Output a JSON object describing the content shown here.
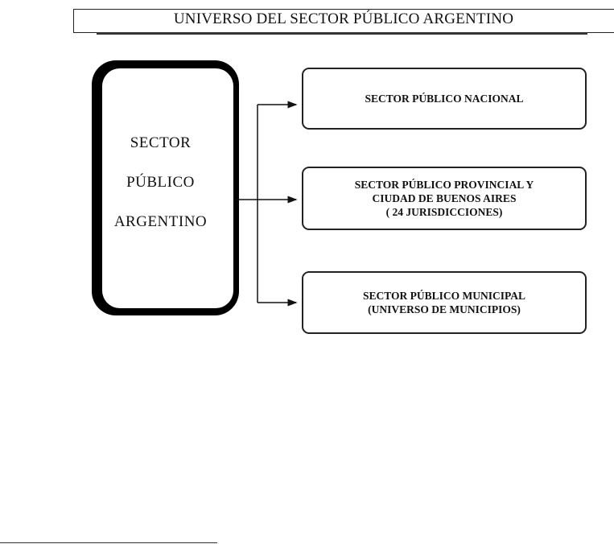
{
  "title": "UNIVERSO DEL SECTOR PÚBLICO ARGENTINO",
  "main_box": {
    "lines": [
      "SECTOR",
      "PÚBLICO",
      "ARGENTINO"
    ]
  },
  "sub_boxes": [
    {
      "lines": [
        "SECTOR PÚBLICO NACIONAL"
      ]
    },
    {
      "lines": [
        "SECTOR PÚBLICO PROVINCIAL Y",
        "CIUDAD DE BUENOS AIRES",
        "( 24 JURISDICCIONES)"
      ]
    },
    {
      "lines": [
        "SECTOR PÚBLICO MUNICIPAL",
        "(UNIVERSO DE MUNICIPIOS)"
      ]
    }
  ]
}
